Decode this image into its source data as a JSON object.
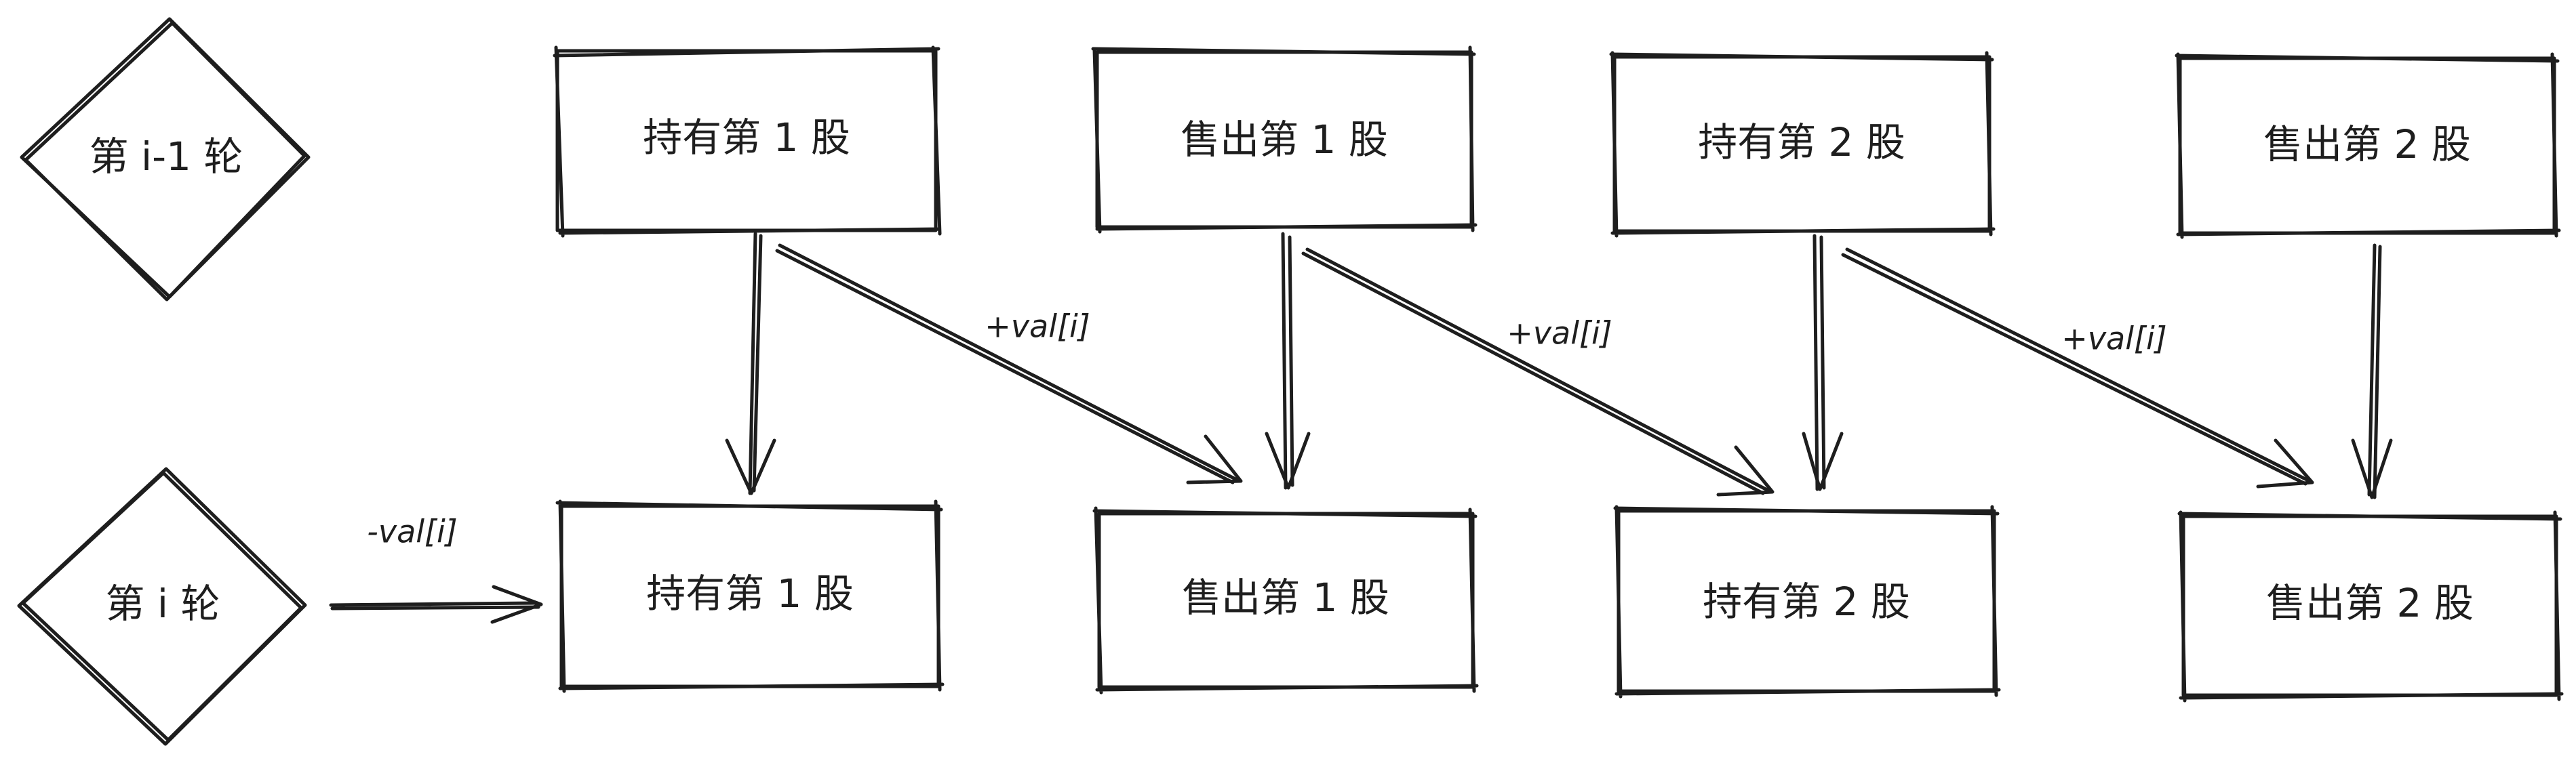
{
  "rounds": {
    "previous": "第 i-1 轮",
    "current": "第 i 轮"
  },
  "top_row": [
    "持有第 1 股",
    "售出第 1 股",
    "持有第 2 股",
    "售出第 2 股"
  ],
  "bottom_row": [
    "持有第 1 股",
    "售出第 1 股",
    "持有第 2 股",
    "售出第 2 股"
  ],
  "edge_labels": {
    "buy": "-val[i]",
    "sell_1": "+val[i]",
    "sell_2": "+val[i]",
    "sell_3": "+val[i]"
  },
  "colors": {
    "stroke": "#1e1e1e",
    "background": "#ffffff"
  }
}
